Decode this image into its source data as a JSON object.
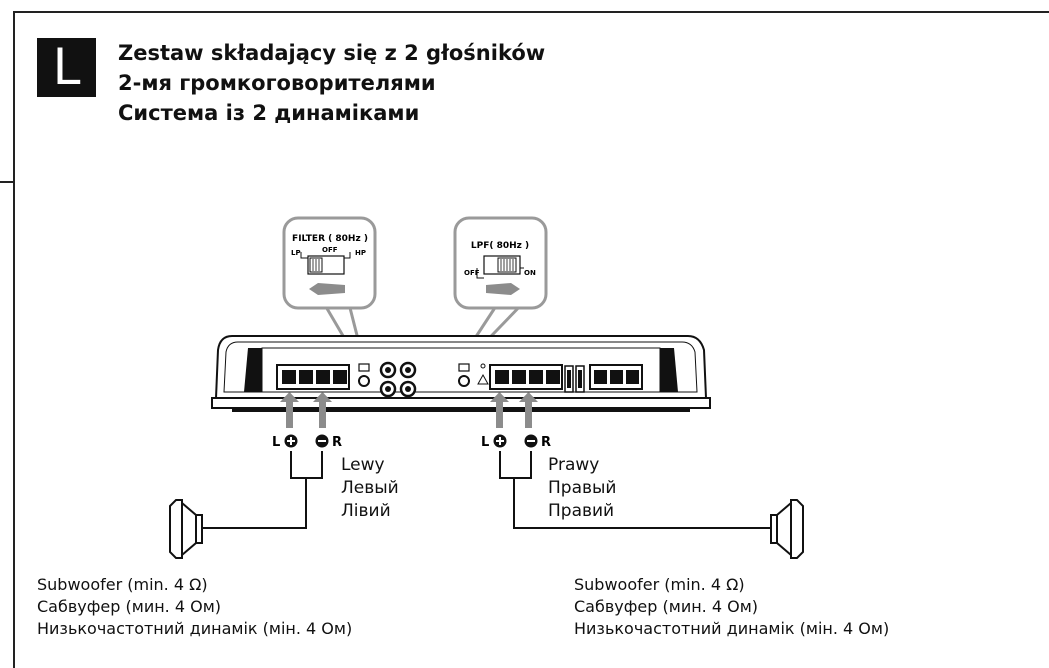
{
  "section_letter": "L",
  "title": {
    "line1": "Zestaw składający się z 2 głośników",
    "line2": "2-мя громкоговорителями",
    "line3": "Система із 2 динаміками"
  },
  "filter_callout": {
    "title": "FILTER ( 80Hz )",
    "lp": "LP",
    "off": "OFF",
    "hp": "HP"
  },
  "lpf_callout": {
    "title": "LPF( 80Hz )",
    "off": "OFF",
    "on": "ON"
  },
  "terminals_left": {
    "l": "L",
    "r": "R"
  },
  "terminals_right": {
    "l": "L",
    "r": "R"
  },
  "left_channel": {
    "pl": "Lewy",
    "ru": "Левый",
    "uk": "Лівий"
  },
  "right_channel": {
    "pl": "Prawy",
    "ru": "Правый",
    "uk": "Правий"
  },
  "subwoofer_left": {
    "pl": "Subwoofer (min. 4 Ω)",
    "ru": "Сабвуфер (мин. 4 Ом)",
    "uk": "Низькочастотний динамік (мін. 4 Ом)"
  },
  "subwoofer_right": {
    "pl": "Subwoofer (min. 4 Ω)",
    "ru": "Сабвуфер (мин. 4 Ом)",
    "uk": "Низькочастотний динамік (мін. 4 Ом)"
  },
  "colors": {
    "ink": "#111111",
    "callout_border": "#9a9a9a",
    "arrow": "#8c8c8c",
    "panel": "#ffffff"
  }
}
